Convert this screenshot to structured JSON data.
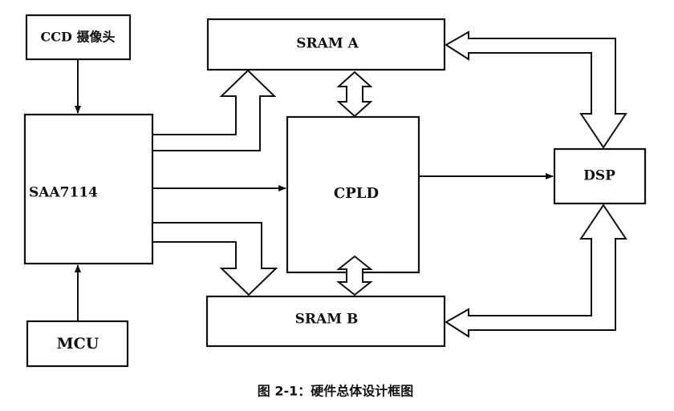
{
  "blocks": {
    "ccd": "CCD 摄像头",
    "saa": "SAA7114",
    "mcu": "MCU",
    "sram_a": "SRAM A",
    "cpld": "CPLD",
    "sram_b": "SRAM B",
    "dsp": "DSP"
  },
  "caption": "图 2-1：硬件总体设计框图"
}
